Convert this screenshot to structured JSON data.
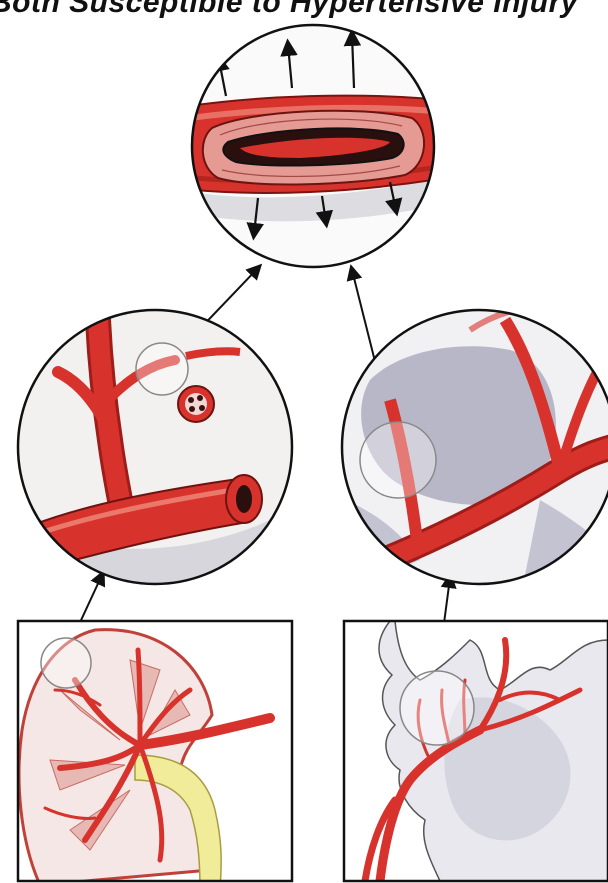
{
  "header": {
    "title": "Both Susceptible to Hypertensive Injury"
  },
  "panels": {
    "top": {
      "icon": "artery-wall-stretching",
      "arrows": 6
    },
    "middle_left": {
      "icon": "kidney-arteriole-cross-section"
    },
    "middle_right": {
      "icon": "brain-penetrating-arteriole"
    },
    "bottom_left": {
      "icon": "kidney-section"
    },
    "bottom_right": {
      "icon": "brain-section"
    }
  },
  "colors": {
    "vessel": "#d8322c",
    "vessel_dark": "#9e1d18",
    "vessel_light": "#ef8a7c",
    "tissue": "#b8b7c8",
    "ureter": "#f0ec9a",
    "outline": "#111111"
  }
}
